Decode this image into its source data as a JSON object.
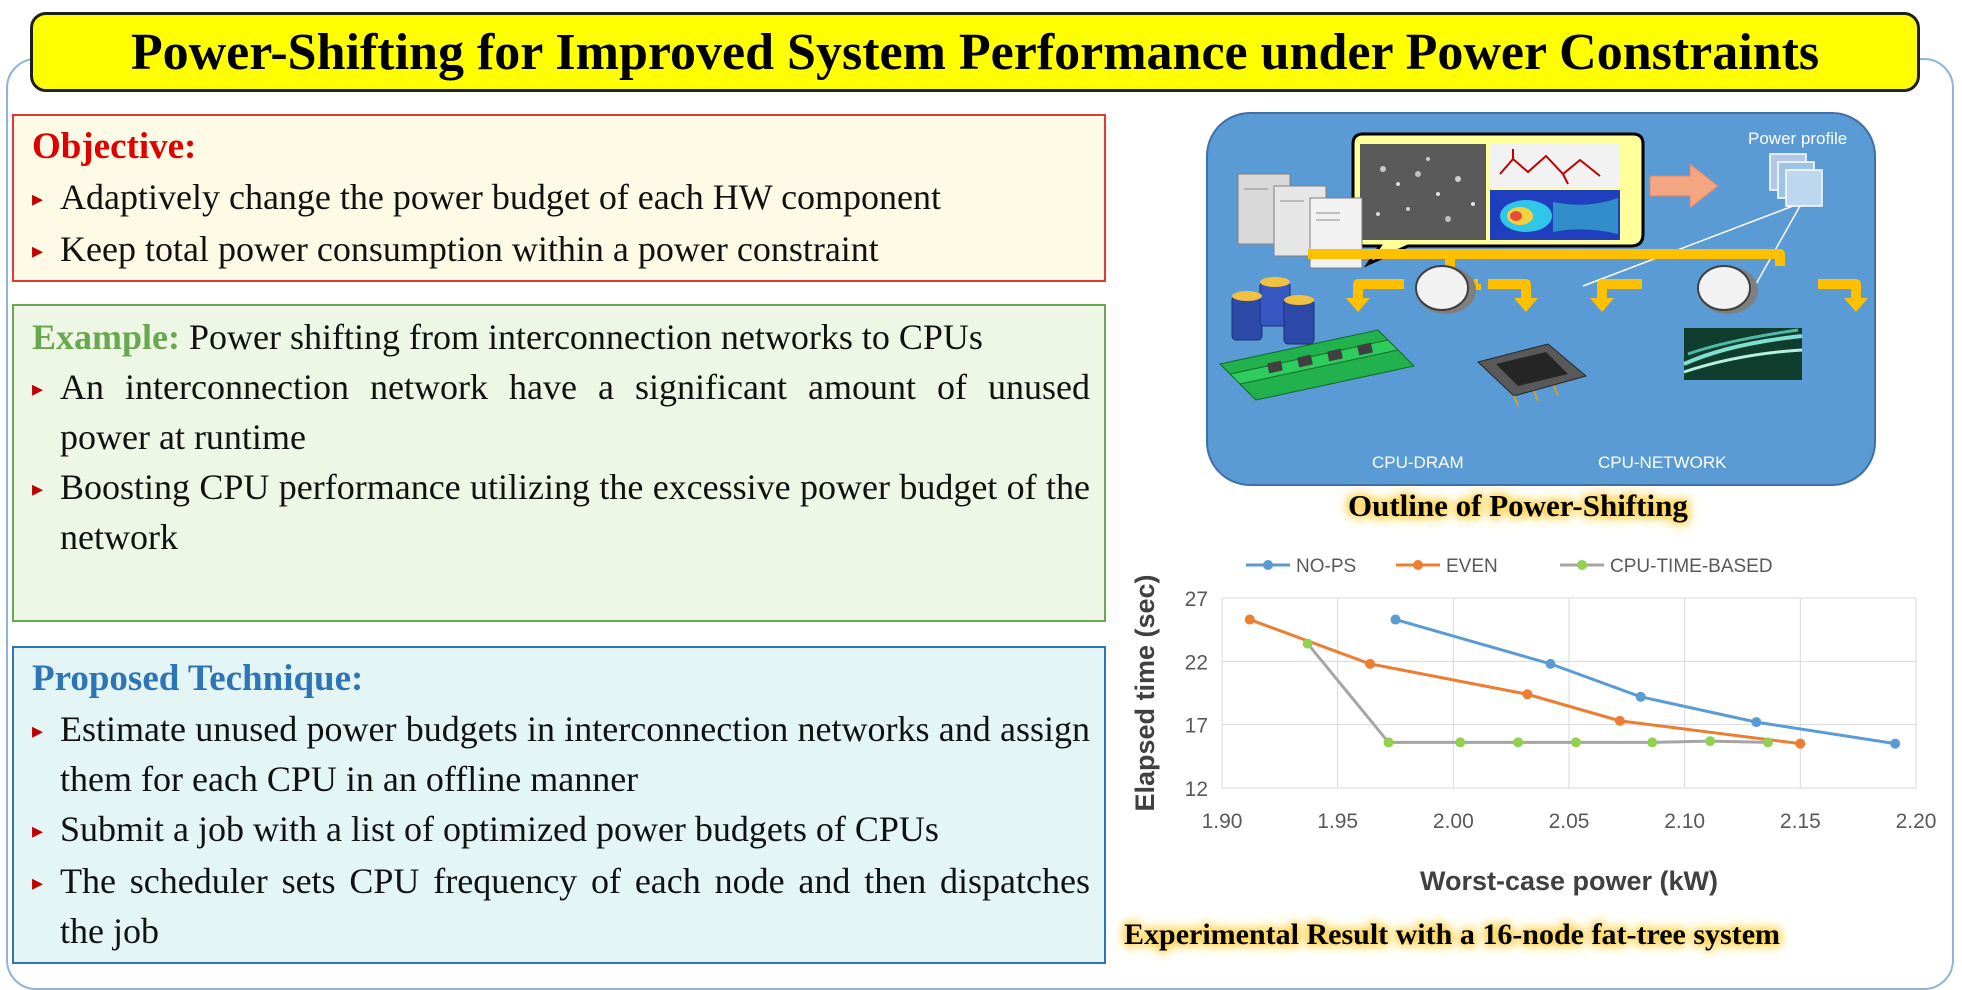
{
  "title": "Power-Shifting for Improved System Performance under Power Constraints",
  "objective": {
    "heading": "Objective:",
    "bullets": [
      "Adaptively change the power  budget  of each HW component",
      "Keep total power consumption within a power constraint"
    ]
  },
  "example": {
    "heading": "Example:",
    "lead": " Power shifting from interconnection networks to CPUs",
    "bullets": [
      "An interconnection network have a significant amount of unused power at runtime",
      "Boosting CPU performance utilizing the excessive power budget of the network"
    ]
  },
  "proposed": {
    "heading": "Proposed Technique:",
    "bullets": [
      "Estimate unused power budgets in interconnection networks and assign them for each CPU in an offline manner",
      "Submit a job with a list of optimized power budgets of CPUs",
      "The scheduler sets CPU frequency of each node and then dispatches the job"
    ]
  },
  "diagram": {
    "power_profile_label": "Power profile",
    "cpu_dram_label": "CPU-DRAM",
    "cpu_network_label": "CPU-NETWORK",
    "caption": "Outline of Power-Shifting"
  },
  "chart_data": {
    "type": "line",
    "title": "",
    "xlabel": "Worst-case power (kW)",
    "ylabel": "Elapsed time (sec)",
    "xlim": [
      1.9,
      2.2
    ],
    "ylim": [
      12,
      27
    ],
    "xticks": [
      "1.90",
      "1.95",
      "2.00",
      "2.05",
      "2.10",
      "2.15",
      "2.20"
    ],
    "yticks": [
      "12",
      "17",
      "22",
      "27"
    ],
    "grid": true,
    "legend_position": "top",
    "series": [
      {
        "name": "NO-PS",
        "color": "#5b9bd5",
        "x": [
          1.975,
          2.042,
          2.081,
          2.131,
          2.191
        ],
        "y": [
          25.3,
          21.8,
          19.2,
          17.2,
          15.5
        ]
      },
      {
        "name": "EVEN",
        "color": "#ed7d31",
        "x": [
          1.912,
          1.964,
          2.032,
          2.072,
          2.15
        ],
        "y": [
          25.3,
          21.8,
          19.4,
          17.3,
          15.5
        ]
      },
      {
        "name": "CPU-TIME-BASED",
        "color": "#a5a5a5",
        "marker_color": "#92d050",
        "x": [
          1.937,
          1.972,
          2.003,
          2.028,
          2.053,
          2.086,
          2.111,
          2.136
        ],
        "y": [
          23.4,
          15.6,
          15.6,
          15.6,
          15.6,
          15.6,
          15.7,
          15.6
        ]
      }
    ],
    "caption": "Experimental Result with a 16-node fat-tree system"
  }
}
